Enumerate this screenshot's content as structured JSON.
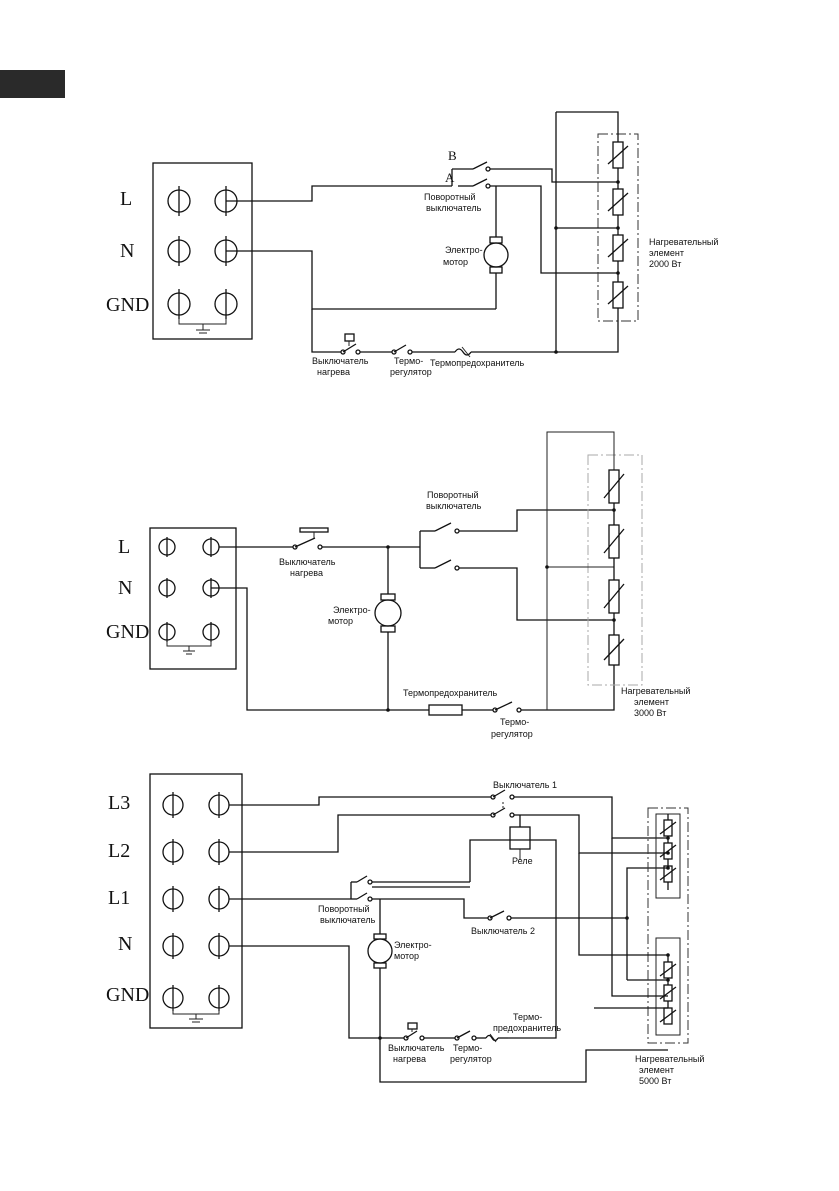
{
  "diagram1": {
    "terminals": [
      "L",
      "N",
      "GND"
    ],
    "switch_positions": [
      "B",
      "A"
    ],
    "rotary_switch": [
      "Поворотный",
      "выключатель"
    ],
    "motor": [
      "Электро-",
      "мотор"
    ],
    "heating_element": [
      "Нагревательный",
      "элемент",
      "2000 Вт"
    ],
    "heat_switch": [
      "Выключатель",
      "нагрева"
    ],
    "thermostat": [
      "Термо-",
      "регулятор"
    ],
    "thermal_fuse": "Термопредохранитель"
  },
  "diagram2": {
    "terminals": [
      "L",
      "N",
      "GND"
    ],
    "rotary_switch": [
      "Поворотный",
      "выключатель"
    ],
    "heat_switch": [
      "Выключатель",
      "нагрева"
    ],
    "motor": [
      "Электро-",
      "мотор"
    ],
    "thermal_fuse": "Термопредохранитель",
    "thermostat": [
      "Термо-",
      "регулятор"
    ],
    "heating_element": [
      "Нагревательный",
      "элемент",
      "3000 Вт"
    ]
  },
  "diagram3": {
    "terminals": [
      "L3",
      "L2",
      "L1",
      "N",
      "GND"
    ],
    "switch1": "Выключатель 1",
    "relay": "Реле",
    "rotary_switch": [
      "Поворотный",
      "выключатель"
    ],
    "switch2": "Выключатель 2",
    "motor": [
      "Электро-",
      "мотор"
    ],
    "thermal_fuse": [
      "Термо-",
      "предохранитель"
    ],
    "heat_switch": [
      "Выключатель",
      "нагрева"
    ],
    "thermostat": [
      "Термо-",
      "регулятор"
    ],
    "heating_element": [
      "Нагревательный",
      "элемент",
      "5000 Вт"
    ]
  }
}
